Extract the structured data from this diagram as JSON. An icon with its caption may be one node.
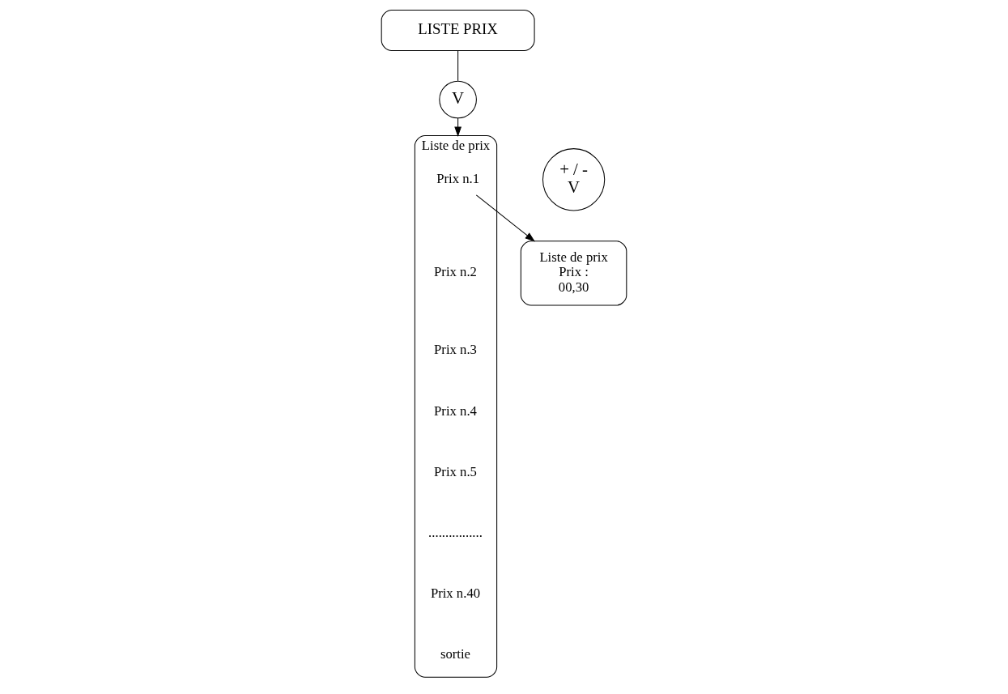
{
  "diagram": {
    "nodes": [
      {
        "text": [
          "LISTE PRIX"
        ]
      },
      {
        "text": [
          "V"
        ]
      },
      {
        "text": [
          "Liste de prix"
        ]
      },
      {
        "text": [
          "Prix n.1"
        ],
        "in": 2
      },
      {
        "text": [
          "+ / -",
          "V"
        ]
      },
      {
        "text": [
          "Liste de prix",
          "Prix :",
          "00,30"
        ]
      }
    ],
    "edges": [
      {
        "from": 0,
        "to": 1,
        "arrow": "none"
      },
      {
        "from": 1,
        "to": 2,
        "arrow": "to"
      },
      {
        "from": 3,
        "to": 5,
        "arrow": "to"
      }
    ],
    "labels": [
      "Prix n.2",
      "Prix n.3",
      "Prix n.4",
      "Prix n.5",
      "................",
      "Prix n.40",
      "sortie"
    ]
  }
}
